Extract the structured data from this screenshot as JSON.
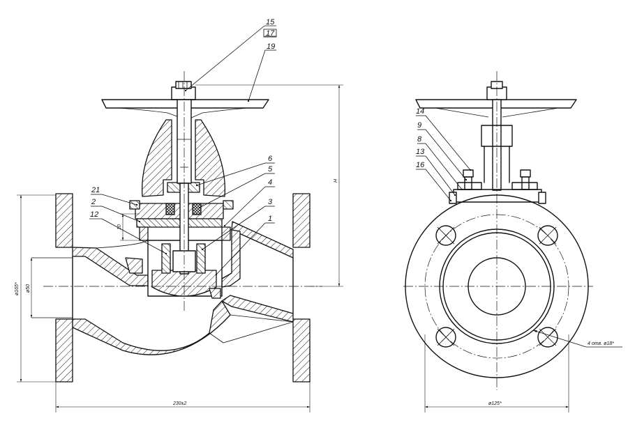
{
  "callouts": {
    "c1": "1",
    "c2": "2",
    "c3": "3",
    "c4": "4",
    "c5": "5",
    "c6": "6",
    "c8": "8",
    "c9": "9",
    "c12": "12",
    "c13": "13",
    "c14": "14",
    "c15": "15",
    "c16": "16",
    "c17": "17",
    "c19": "19",
    "c21": "21"
  },
  "dimensions": {
    "length": "230±2",
    "flange_outer": "ø165*",
    "bore": "ø50",
    "height": "H",
    "lift": "10",
    "bolt_circle": "ø125*",
    "holes": "4 отв. ø18*"
  }
}
